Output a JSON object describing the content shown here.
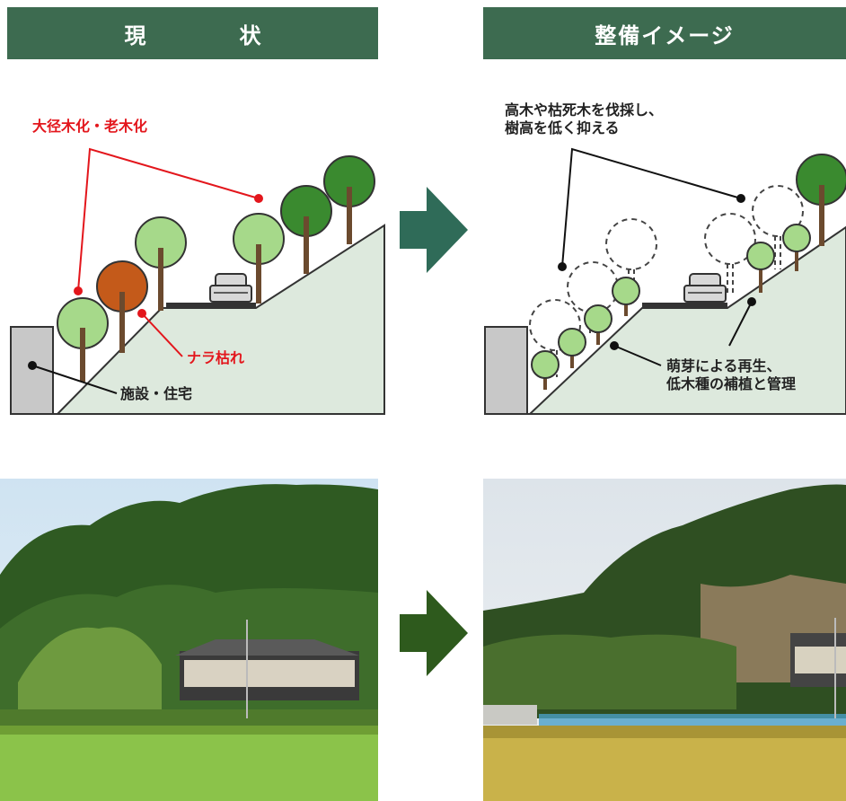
{
  "headers": {
    "current": "現　状",
    "future": "整備イメージ"
  },
  "current_diagram": {
    "label_aging": "大径木化・老木化",
    "label_oak_wilt": "ナラ枯れ",
    "label_facility": "施設・住宅"
  },
  "future_diagram": {
    "label_cutting_line1": "高木や枯死木を伐採し、",
    "label_cutting_line2": "樹高を低く抑える",
    "label_regen_line1": "萌芽による再生、",
    "label_regen_line2": "低木種の補植と管理"
  },
  "colors": {
    "header_green": "#3d6b50",
    "arrow_top": "#2f6b58",
    "arrow_bottom": "#2e5a1d",
    "light_tree": "#a6d98a",
    "dark_tree": "#3a8a2f",
    "wilt_tree": "#c45a1a",
    "slope": "#dde9dd",
    "callout_red": "#e3161c"
  },
  "icons": [
    "right-arrow-icon",
    "car-icon",
    "building-icon"
  ]
}
